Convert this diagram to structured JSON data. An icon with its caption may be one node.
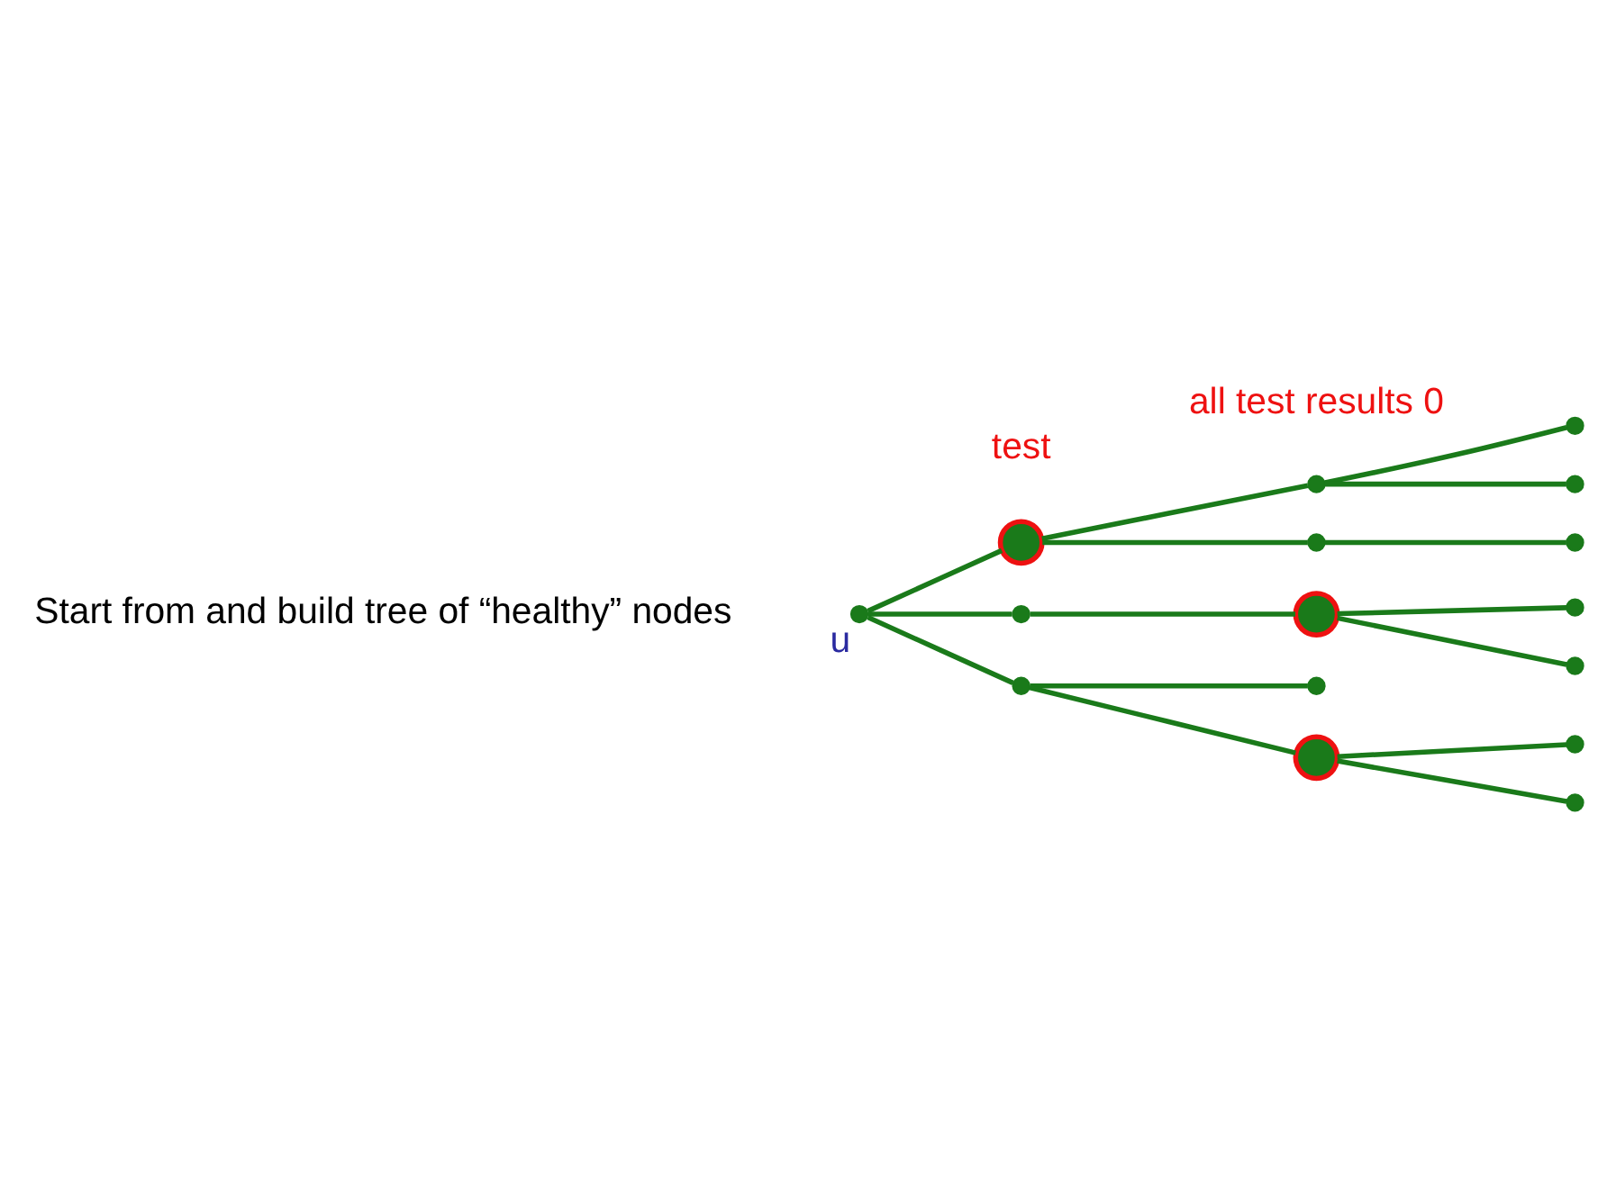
{
  "diagram": {
    "nodes": [
      {
        "text": [],
        "shape": "circle",
        "beside": [
          "u"
        ]
      },
      {
        "text": [],
        "shape": "circle"
      },
      {
        "text": [],
        "shape": "circle"
      },
      {
        "text": [],
        "shape": "circle"
      },
      {
        "text": [],
        "shape": "circle"
      },
      {
        "text": [],
        "shape": "circle"
      },
      {
        "text": [],
        "shape": "circle"
      },
      {
        "text": [],
        "shape": "circle"
      },
      {
        "text": [],
        "shape": "circle"
      },
      {
        "text": [],
        "shape": "circle"
      },
      {
        "text": [],
        "shape": "circle"
      },
      {
        "text": [],
        "shape": "circle"
      },
      {
        "text": [],
        "shape": "circle"
      },
      {
        "text": [],
        "shape": "circle"
      },
      {
        "text": [],
        "shape": "circle"
      },
      {
        "text": [],
        "shape": "circle"
      }
    ],
    "edges": [
      {
        "from": 0,
        "to": 1,
        "arrow": "none"
      },
      {
        "from": 0,
        "to": 2,
        "arrow": "none"
      },
      {
        "from": 0,
        "to": 3,
        "arrow": "none"
      },
      {
        "from": 1,
        "to": 4,
        "arrow": "none"
      },
      {
        "from": 1,
        "to": 5,
        "arrow": "none"
      },
      {
        "from": 5,
        "to": 6,
        "arrow": "none"
      },
      {
        "from": 4,
        "to": 7,
        "arrow": "none"
      },
      {
        "from": 4,
        "to": 8,
        "arrow": "none"
      },
      {
        "from": 2,
        "to": 9,
        "arrow": "none"
      },
      {
        "from": 9,
        "to": 10,
        "arrow": "none"
      },
      {
        "from": 9,
        "to": 11,
        "arrow": "none"
      },
      {
        "from": 3,
        "to": 12,
        "arrow": "none"
      },
      {
        "from": 3,
        "to": 13,
        "arrow": "none"
      },
      {
        "from": 13,
        "to": 14,
        "arrow": "none"
      },
      {
        "from": 13,
        "to": 15,
        "arrow": "none"
      }
    ],
    "labels": [
      "all test results 0",
      "test",
      "Start from and build tree of “healthy” nodes"
    ]
  }
}
